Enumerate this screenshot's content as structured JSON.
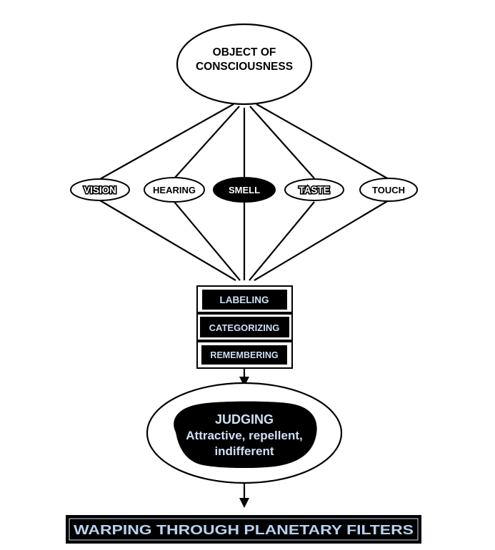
{
  "top_node": {
    "line1": "OBJECT OF",
    "line2": "CONSCIOUSNESS"
  },
  "senses": [
    {
      "label": "VISION",
      "style": "outlined"
    },
    {
      "label": "HEARING",
      "style": "plain"
    },
    {
      "label": "SMELL",
      "style": "filled"
    },
    {
      "label": "TASTE",
      "style": "outlined"
    },
    {
      "label": "TOUCH",
      "style": "plain"
    }
  ],
  "processes": [
    {
      "label": "LABELING"
    },
    {
      "label": "CATEGORIZING"
    },
    {
      "label": "REMEMBERING"
    }
  ],
  "judging": {
    "title": "JUDGING",
    "line2": "Attractive, repellent,",
    "line3": "indifferent"
  },
  "bottom_bar": {
    "label": "WARPING THROUGH PLANETARY FILTERS"
  },
  "colors": {
    "ink": "#000000",
    "paper": "#ffffff",
    "light_text": "#cfe0f5",
    "mid_text": "#b9d2ef"
  }
}
